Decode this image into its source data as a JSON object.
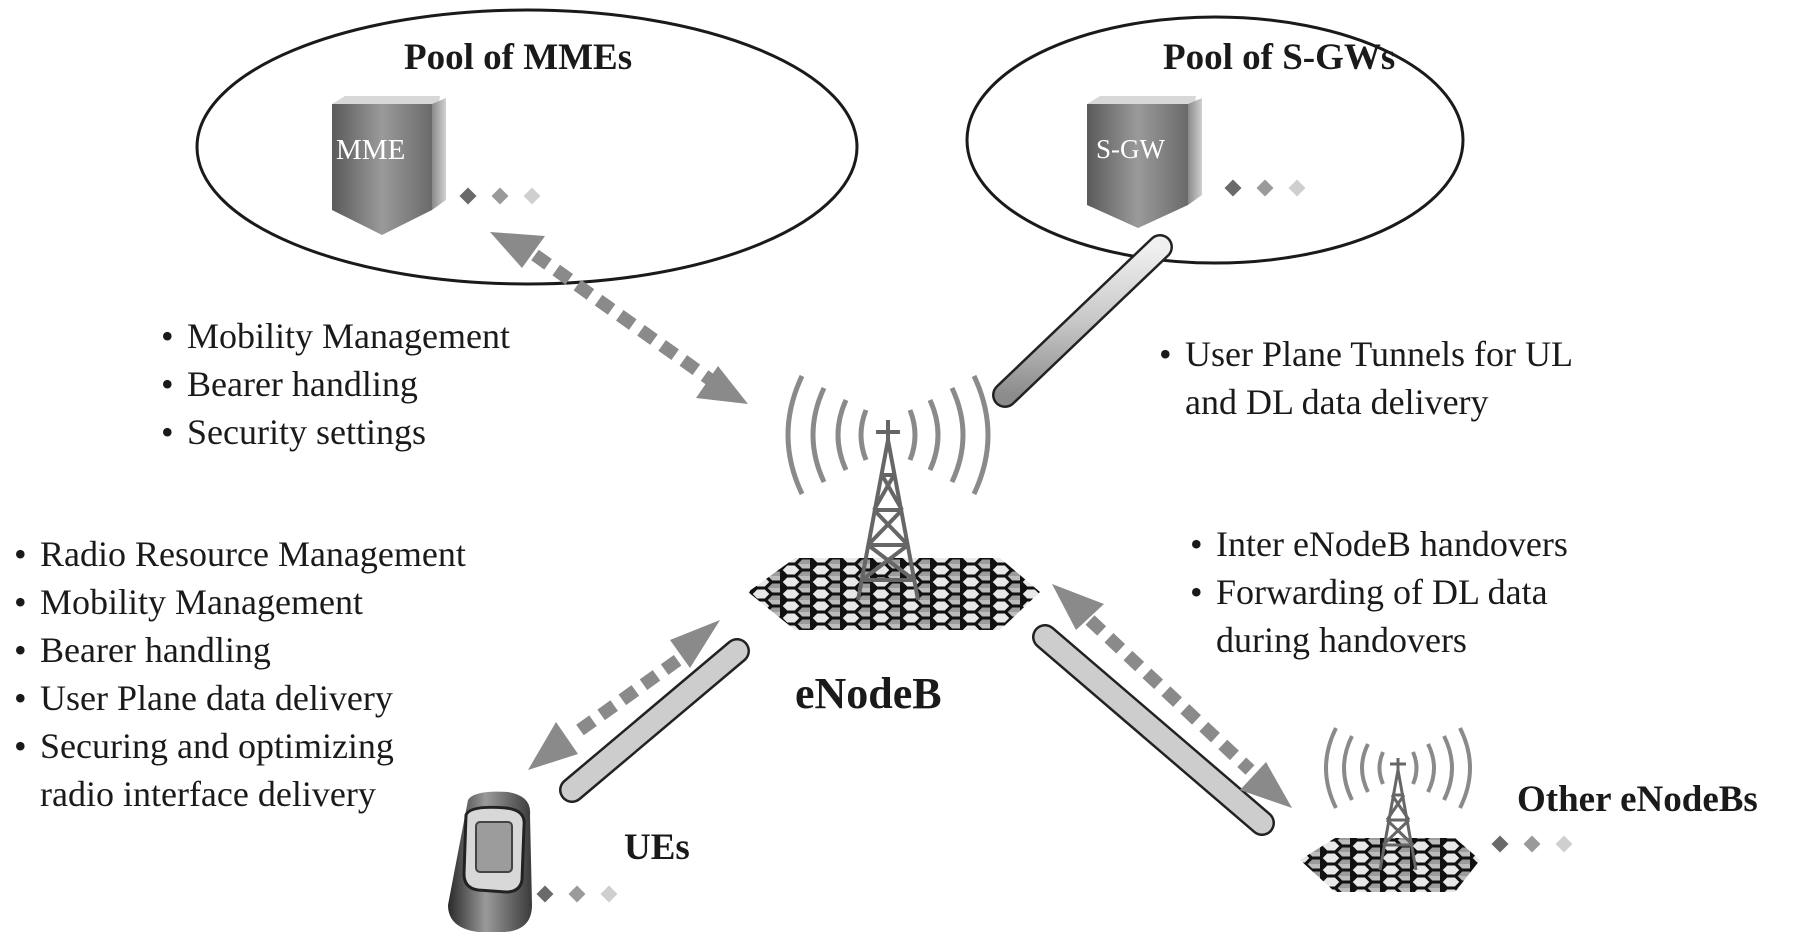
{
  "pools": {
    "mme_title": "Pool of MMEs",
    "mme_node": "MME",
    "sgw_title": "Pool of S-GWs",
    "sgw_node": "S-GW"
  },
  "enodeb": {
    "label": "eNodeB"
  },
  "mme_functions": [
    "Mobility Management",
    "Bearer handling",
    "Security settings"
  ],
  "sgw_functions": {
    "line1": "User Plane Tunnels for UL",
    "line2": "and DL data delivery"
  },
  "x2_functions": {
    "item1": "Inter eNodeB handovers",
    "item2_line1": "Forwarding of DL data",
    "item2_line2": "during handovers"
  },
  "ue_functions": {
    "items": [
      "Radio Resource Management",
      "Mobility Management",
      "Bearer handling",
      "User Plane data delivery"
    ],
    "last_line1": "Securing and optimizing",
    "last_line2": "radio interface delivery"
  },
  "ues": {
    "label": "UEs"
  },
  "other_enodebs": {
    "label": "Other eNodeBs"
  }
}
